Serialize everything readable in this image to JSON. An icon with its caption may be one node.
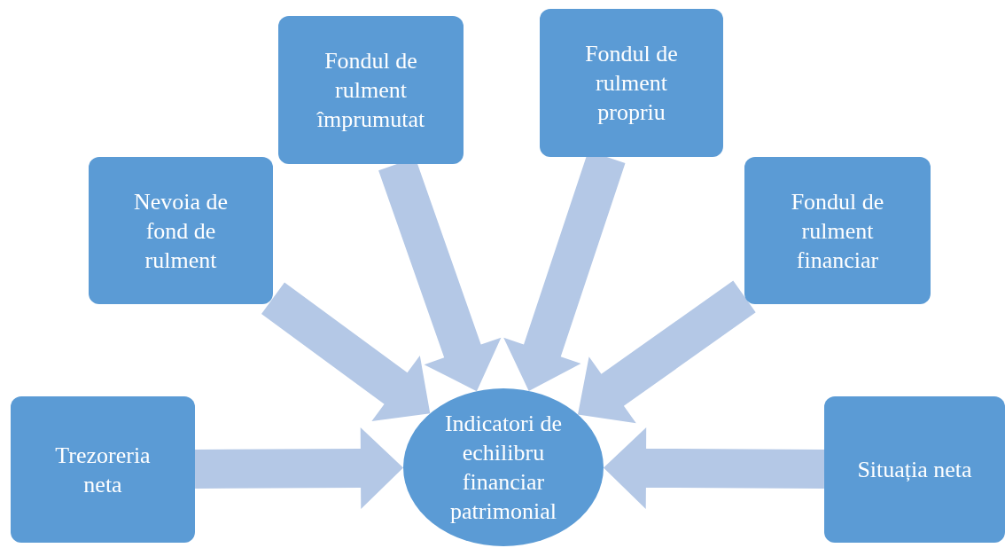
{
  "diagram": {
    "nodes": [
      {
        "text": [
          "Indicatori de echilibru financiar patrimonial"
        ]
      },
      {
        "text": [
          "Trezoreria neta"
        ]
      },
      {
        "text": [
          "Nevoia de fond de rulment"
        ]
      },
      {
        "text": [
          "Fondul de rulment împrumutat"
        ]
      },
      {
        "text": [
          "Fondul de rulment propriu"
        ]
      },
      {
        "text": [
          "Fondul de rulment financiar"
        ]
      },
      {
        "text": [
          "Situația neta"
        ]
      }
    ],
    "edges": [
      {
        "from": 1,
        "to": 0,
        "arrow": "to"
      },
      {
        "from": 2,
        "to": 0,
        "arrow": "to"
      },
      {
        "from": 3,
        "to": 0,
        "arrow": "to"
      },
      {
        "from": 4,
        "to": 0,
        "arrow": "to"
      },
      {
        "from": 5,
        "to": 0,
        "arrow": "to"
      },
      {
        "from": 6,
        "to": 0,
        "arrow": "to"
      }
    ]
  }
}
